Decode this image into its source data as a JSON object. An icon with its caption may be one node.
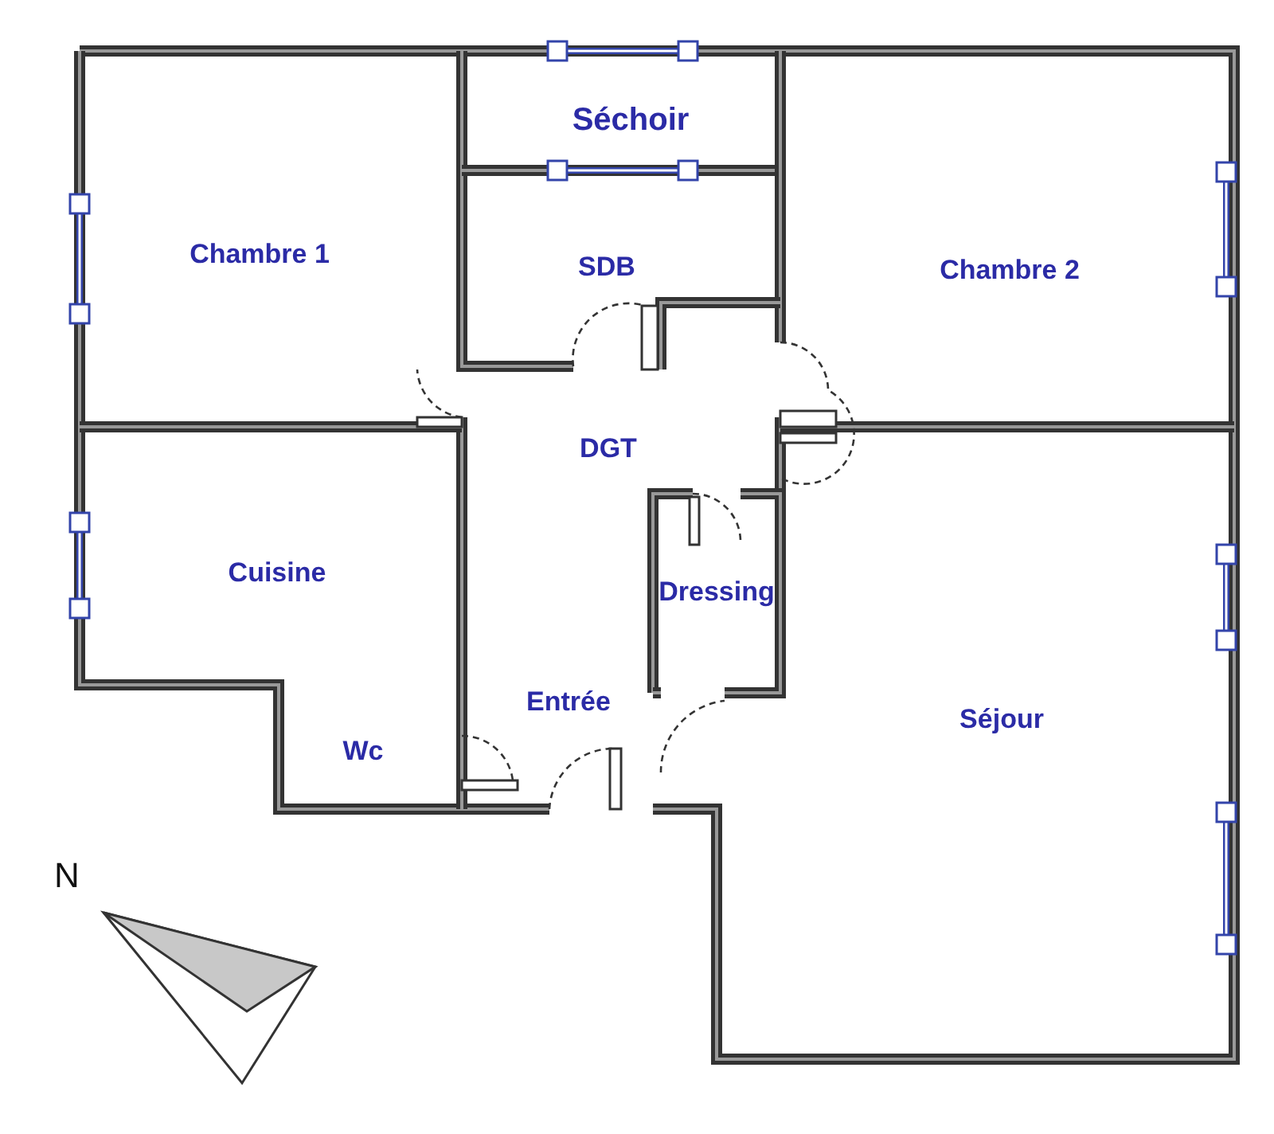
{
  "diagram": {
    "labels": [
      "Séchoir",
      "Chambre 1",
      "SDB",
      "Chambre 2",
      "DGT",
      "Cuisine",
      "Dressing",
      "Entrée",
      "Séjour",
      "Wc",
      "N"
    ]
  }
}
